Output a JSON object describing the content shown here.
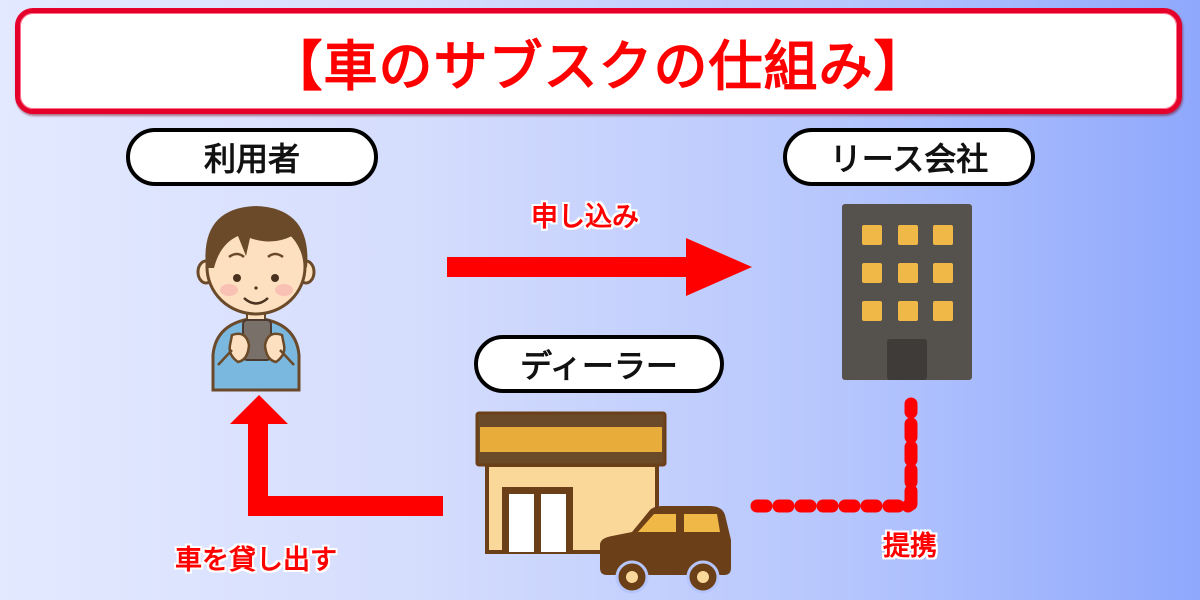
{
  "title": "【車のサブスクの仕組み】",
  "nodes": {
    "user": {
      "label": "利用者",
      "icon": "person-with-smartphone-icon"
    },
    "lease_company": {
      "label": "リース会社",
      "icon": "office-building-icon"
    },
    "dealer": {
      "label": "ディーラー",
      "icon": "car-dealership-icon"
    }
  },
  "edges": [
    {
      "from": "user",
      "to": "lease_company",
      "label": "申し込み",
      "style": "solid-arrow"
    },
    {
      "from": "dealer",
      "to": "user",
      "label": "車を貸し出す",
      "style": "solid-elbow-arrow"
    },
    {
      "from": "dealer",
      "to": "lease_company",
      "label": "提携",
      "style": "dotted-elbow-line"
    }
  ],
  "colors": {
    "accent_red": "#ff0000",
    "title_border": "#e4002b",
    "building": "#55514c",
    "window": "#f0b847",
    "shop_brown": "#6b3f17",
    "shop_wall": "#fad89a",
    "shirt": "#7ab8e0",
    "hair": "#6b4a2a",
    "skin": "#fde0bf"
  }
}
